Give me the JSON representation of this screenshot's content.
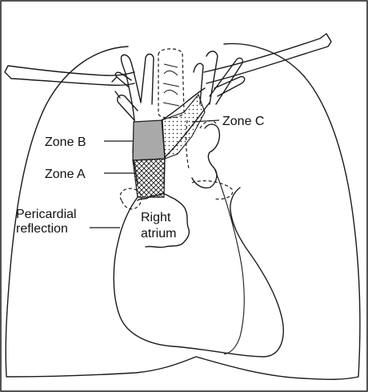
{
  "labels": {
    "zone_c": "Zone C",
    "zone_b": "Zone B",
    "zone_a": "Zone A",
    "pericardial_line1": "Pericardial",
    "pericardial_line2": "reflection",
    "right_line1": "Right",
    "right_line2": "atrium"
  },
  "colors": {
    "line": "#1a1a1a",
    "zone_b_fill": "#a9a9a9",
    "background": "#ffffff"
  },
  "zones": {
    "zone_a_pattern": "crosshatch",
    "zone_b_pattern": "solid-gray",
    "zone_c_pattern": "dotted"
  }
}
